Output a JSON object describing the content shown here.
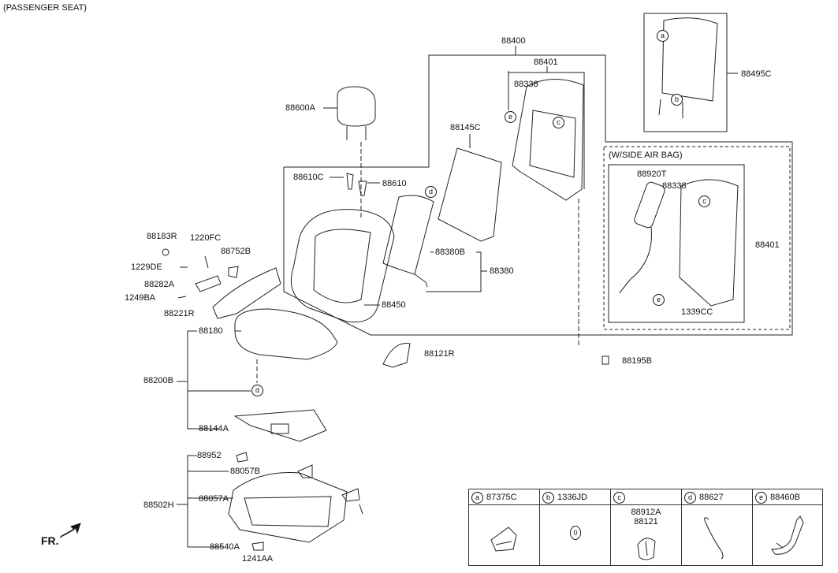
{
  "header": {
    "title": "(PASSENGER SEAT)"
  },
  "sections": {
    "side_airbag": "(W/SIDE AIR BAG)"
  },
  "callouts": {
    "a": "a",
    "b": "b",
    "c": "c",
    "d": "d",
    "e": "e",
    "o": "0"
  },
  "labels": {
    "p88400": "88400",
    "p88401_top": "88401",
    "p88338_top": "88338",
    "p88495C": "88495C",
    "p88600A": "88600A",
    "p88145C": "88145C",
    "p88610C": "88610C",
    "p88610": "88610",
    "p88920T": "88920T",
    "p88338_side": "88338",
    "p88401_side": "88401",
    "p88183R": "88183R",
    "p1220FC": "1220FC",
    "p1229DE": "1229DE",
    "p88752B": "88752B",
    "p88380B": "88380B",
    "p88380": "88380",
    "p88282A": "88282A",
    "p1249BA": "1249BA",
    "p88450": "88450",
    "p88221R": "88221R",
    "p1339CC": "1339CC",
    "p88180": "88180",
    "p88121R": "88121R",
    "p88195B": "88195B",
    "p88200B": "88200B",
    "p88144A": "88144A",
    "p88952": "88952",
    "p88057B": "88057B",
    "p88502H": "88502H",
    "p88057A": "88057A",
    "p88540A": "88540A",
    "p1241AA": "1241AA"
  },
  "fr_label": "FR.",
  "parts_table": [
    {
      "letter": "a",
      "part": "87375C",
      "extra": []
    },
    {
      "letter": "b",
      "part": "1336JD",
      "extra": []
    },
    {
      "letter": "c",
      "part": "",
      "extra": [
        "88912A",
        "88121"
      ]
    },
    {
      "letter": "d",
      "part": "88627",
      "extra": []
    },
    {
      "letter": "e",
      "part": "88460B",
      "extra": []
    }
  ]
}
